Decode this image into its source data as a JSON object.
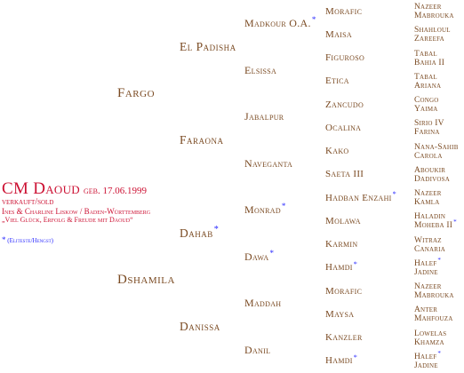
{
  "main": {
    "name": "CM Daoud",
    "born": "geb. 17.06.1999",
    "status": "verkauft/sold",
    "owners": "Ines & Charline Liskow / Baden-Württemberg",
    "motto": "„Viel Glück, Erfolg & Freude mit Daoud“",
    "footnote": "(Eliteste/Hengst)",
    "footnote_star": "*"
  },
  "pedigree": {
    "g1": [
      "Fargo",
      "Dshamila"
    ],
    "g2": [
      "El Padisha",
      "Faraona",
      "Dahab",
      "Danissa"
    ],
    "g3": [
      "Madkour O.A.",
      "Elsissa",
      "Jabalpur",
      "Naveganta",
      "Monrad",
      "Dawa",
      "Maddah",
      "Danil"
    ],
    "g4": [
      "Morafic",
      "Maisa",
      "Figuroso",
      "Etica",
      "Zancudo",
      "Ocalina",
      "Kako",
      "Saeta III",
      "Hadban Enzahi",
      "Molawa",
      "Karmin",
      "Hamdi",
      "Morafic",
      "Maysa",
      "Kanzler",
      "Hamdi"
    ],
    "g5": [
      [
        "Nazeer",
        "Mabrouka"
      ],
      [
        "Shahloul",
        "Zareefa"
      ],
      [
        "Tabal",
        "Bahia II"
      ],
      [
        "Tabal",
        "Ariana"
      ],
      [
        "Congo",
        "Yaima"
      ],
      [
        "Sirio IV",
        "Farina"
      ],
      [
        "Nana-Sahib",
        "Carola"
      ],
      [
        "Aboukir",
        "Dadivosa"
      ],
      [
        "Nazeer",
        "Kamla"
      ],
      [
        "Haladin",
        "Moheba II"
      ],
      [
        "Witraz",
        "Canaria"
      ],
      [
        "Halef",
        "Jadine"
      ],
      [
        "Nazeer",
        "Mabrouka"
      ],
      [
        "Anter",
        "Mahfouza"
      ],
      [
        "Lowelas",
        "Khamza"
      ],
      [
        "Halef",
        "Jadine"
      ]
    ]
  },
  "star_marks": {
    "symbol": "*",
    "g2": [
      false,
      false,
      true,
      false
    ],
    "g3": [
      true,
      false,
      false,
      false,
      true,
      true,
      false,
      false
    ],
    "g4": [
      false,
      false,
      false,
      false,
      false,
      false,
      false,
      false,
      true,
      false,
      false,
      true,
      false,
      false,
      false,
      true
    ],
    "g5_line": [
      [
        false,
        false
      ],
      [
        false,
        false
      ],
      [
        false,
        false
      ],
      [
        false,
        false
      ],
      [
        false,
        false
      ],
      [
        false,
        false
      ],
      [
        false,
        false
      ],
      [
        false,
        false
      ],
      [
        false,
        false
      ],
      [
        false,
        true
      ],
      [
        false,
        false
      ],
      [
        true,
        false
      ],
      [
        false,
        false
      ],
      [
        false,
        false
      ],
      [
        false,
        false
      ],
      [
        true,
        false
      ]
    ]
  },
  "colors": {
    "brown": "#7a4a22",
    "red": "#cc1133",
    "blue": "#2a2aff",
    "background": "#ffffff"
  }
}
